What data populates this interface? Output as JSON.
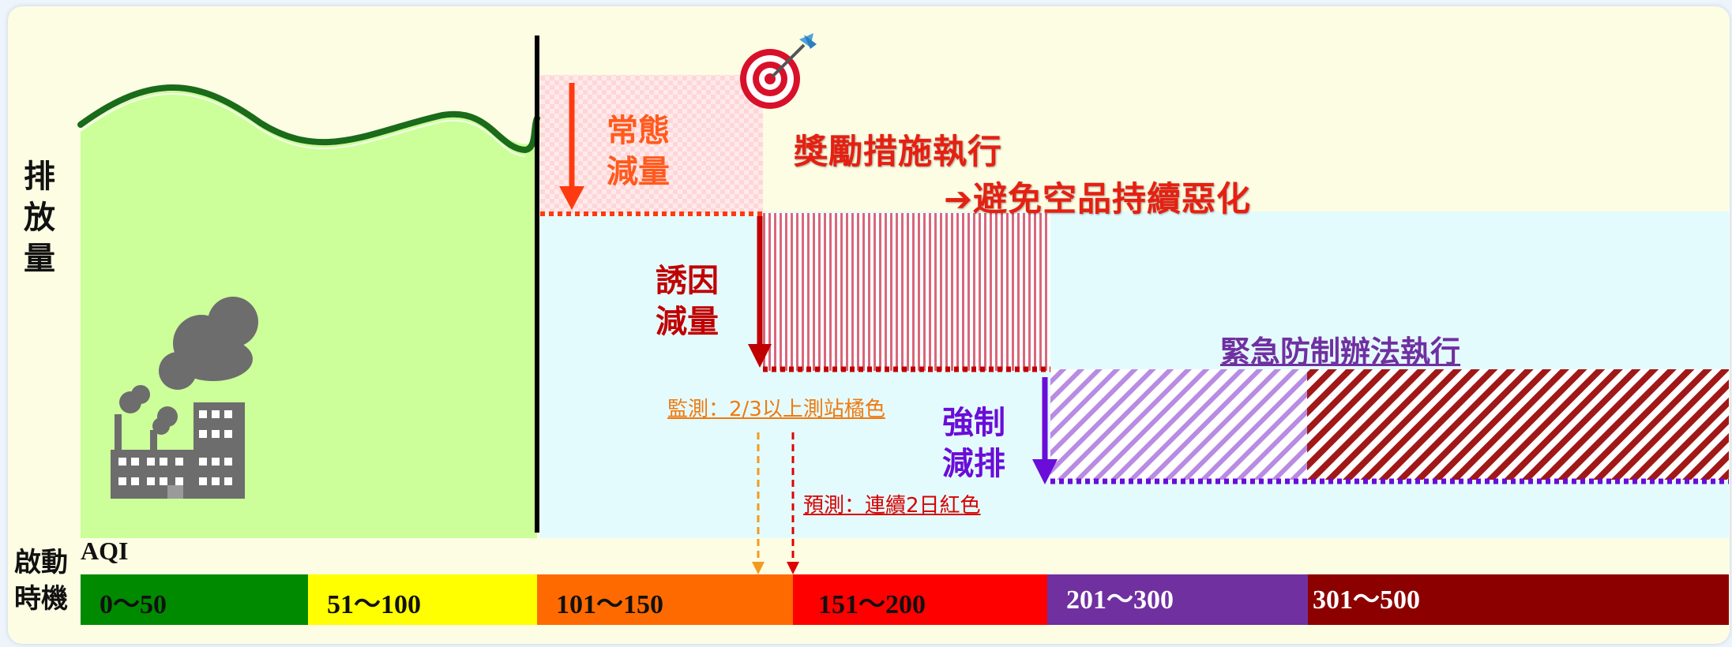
{
  "y_axis_label": [
    "排",
    "放",
    "量"
  ],
  "start_label": [
    "啟動",
    "時機"
  ],
  "aqi_label": "AQI",
  "routine": {
    "label": [
      "常態",
      "減量"
    ]
  },
  "incentive": {
    "label": [
      "誘因",
      "減量"
    ]
  },
  "mandatory": {
    "label": [
      "強制",
      "減排"
    ]
  },
  "headline1": "獎勵措施執行",
  "headline2": "避免空品持續惡化",
  "headline2_arrow": "➔",
  "emergency_label": "緊急防制辦法執行",
  "monitor_label": "監測：2/3以上測站橘色",
  "forecast_label": "預測：連續2日紅色",
  "aqi_segments": [
    {
      "label": "0～50",
      "color": "#008a00",
      "text_color": "#111111"
    },
    {
      "label": "51～100",
      "color": "#ffff00",
      "text_color": "#111111"
    },
    {
      "label": "101～150",
      "color": "#ff6a00",
      "text_color": "#111111"
    },
    {
      "label": "151～200",
      "color": "#ff0000",
      "text_color": "#111111"
    },
    {
      "label": "201～300",
      "color": "#7030a0",
      "text_color": "#ffffff"
    },
    {
      "label": "301～500",
      "color": "#8c0000",
      "text_color": "#ffffff"
    }
  ],
  "colors": {
    "normal_area": "#ccff99",
    "normal_curve": "#1a6b1a",
    "reduction_bg": "#e4fbfd",
    "routine": "#ff3a10",
    "incentive": "#c00000",
    "mandatory": "#6a0dd8",
    "monitor": "#f39a1e",
    "forecast": "#e00000"
  }
}
